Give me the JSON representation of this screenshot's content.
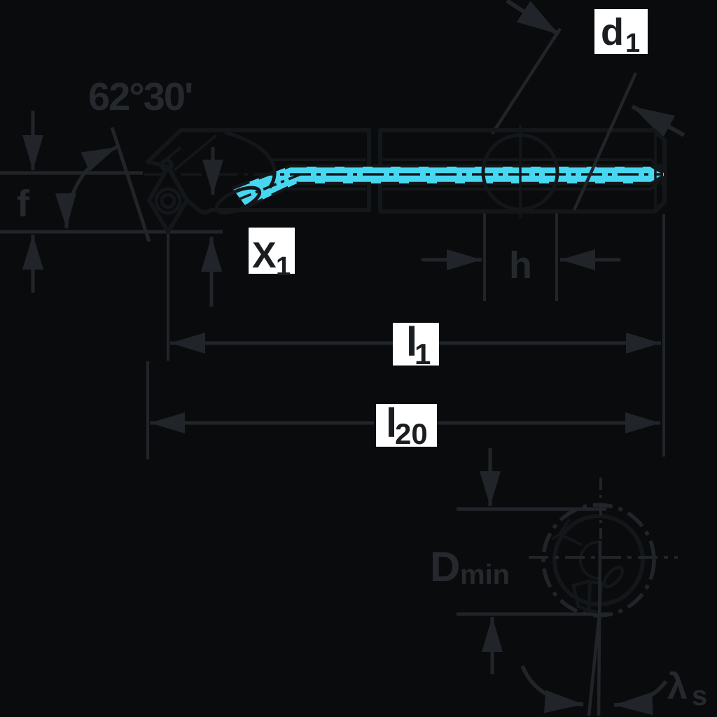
{
  "diagram": {
    "title": "Boring bar dimension drawing",
    "views": {
      "side_view": "tool side view with insert, coolant channel, clamping hole",
      "end_view": "tool end view with minimum bore diameter and insert inclination"
    },
    "colors": {
      "background": "#0a0b0d",
      "dimension_line": "#212529",
      "outline": "#14171a",
      "body": "#d8e0e0",
      "coolant": "#48d7f0",
      "insert_side": "#f5d385",
      "insert_front": "#f0c863",
      "label_box": "#ffffff"
    },
    "labels": {
      "angle": {
        "text": "62°30'"
      },
      "f": {
        "text": "f"
      },
      "h": {
        "text": "h"
      },
      "x1": {
        "base": "X",
        "sub": "1"
      },
      "d1": {
        "base": "d",
        "sub": "1"
      },
      "l1": {
        "base": "l",
        "sub": "1"
      },
      "l20": {
        "base": "l",
        "sub": "20"
      },
      "dmin": {
        "base": "D",
        "sub": "min"
      },
      "lambda_s": {
        "base": "λ",
        "sub": "s"
      }
    }
  }
}
